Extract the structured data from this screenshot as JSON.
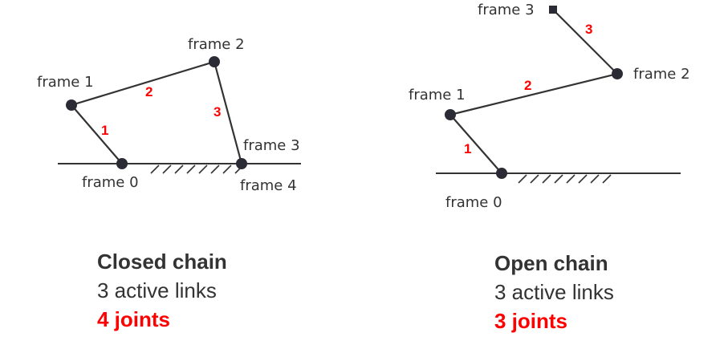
{
  "colors": {
    "ink": "#333333",
    "accent": "#ff0000",
    "joint": "#2b2b35"
  },
  "closed": {
    "frames": [
      "frame 0",
      "frame 1",
      "frame 2",
      "frame 3",
      "frame 4"
    ],
    "link_numbers": [
      "1",
      "2",
      "3"
    ],
    "title": "Closed chain",
    "links": "3 active links",
    "joints": "4 joints"
  },
  "open": {
    "frames": [
      "frame 0",
      "frame 1",
      "frame 2",
      "frame 3"
    ],
    "link_numbers": [
      "1",
      "2",
      "3"
    ],
    "title": "Open chain",
    "links": "3 active links",
    "joints": "3 joints"
  }
}
